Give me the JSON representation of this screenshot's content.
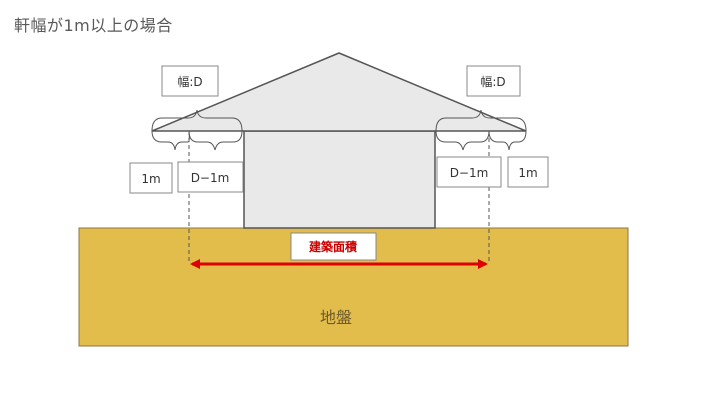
{
  "title": "軒幅が1m以上の場合",
  "labels": {
    "width_left": "幅:D",
    "width_right": "幅:D",
    "one_m_left": "1m",
    "d_minus_left": "D−1m",
    "d_minus_right": "D−1m",
    "one_m_right": "1m",
    "building_area": "建築面積",
    "ground": "地盤"
  },
  "colors": {
    "ground_fill": "#e2bd4b",
    "ground_stroke": "#8a7740",
    "roof_fill": "#e9e9e9",
    "outline": "#555555",
    "arrow": "#dd0000",
    "ground_text": "#6b5a2b"
  }
}
